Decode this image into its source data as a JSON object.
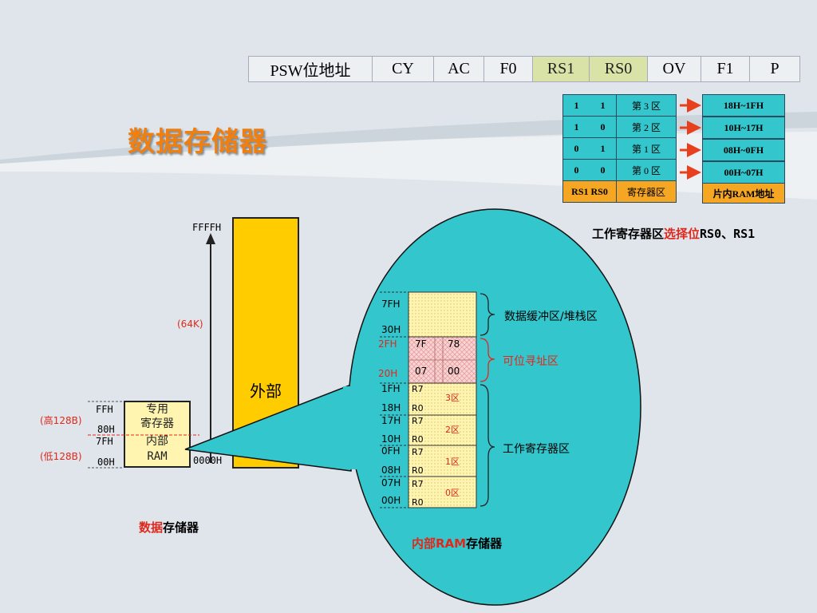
{
  "psw": {
    "header": "PSW位地址",
    "bits": [
      "CY",
      "AC",
      "F0",
      "RS1",
      "RS0",
      "OV",
      "F1",
      "P"
    ],
    "highlighted_bits": [
      "RS1",
      "RS0"
    ]
  },
  "page_title": "数据存储器",
  "bank_table": {
    "rows": [
      {
        "rs1": "1",
        "rs0": "1",
        "bank": "第 3 区",
        "range": "18H~1FH"
      },
      {
        "rs1": "1",
        "rs0": "0",
        "bank": "第 2 区",
        "range": "10H~17H"
      },
      {
        "rs1": "0",
        "rs0": "1",
        "bank": "第 1 区",
        "range": "08H~0FH"
      },
      {
        "rs1": "0",
        "rs0": "0",
        "bank": "第 0 区",
        "range": "00H~07H"
      }
    ],
    "footer": {
      "bits": "RS1  RS0",
      "bank": "寄存器区",
      "range": "片内RAM地址"
    },
    "caption_pre": "工作寄存器区",
    "caption_red": "选择位",
    "caption_post": "RS0、RS1"
  },
  "left_diagram": {
    "top_address": "FFFFH",
    "size_label": "(64K)",
    "external_label": "外部",
    "bottom_address": "0000H",
    "internal_upper_label_1": "专用",
    "internal_upper_label_2": "寄存器",
    "internal_lower_label_1": "内部",
    "internal_lower_label_2": "RAM",
    "addr_ffh": "FFH",
    "addr_80h": "80H",
    "addr_7fh": "7FH",
    "addr_00h": "00H",
    "high_label": "(高128B)",
    "low_label": "(低128B)",
    "caption_red": "数据",
    "caption_black": "存储器"
  },
  "ram_map": {
    "addr_7fh": "7FH",
    "addr_30h": "30H",
    "addr_2fh": "2FH",
    "addr_20h": "20H",
    "bit_tl": "7F",
    "bit_tr": "78",
    "bit_bl": "07",
    "bit_br": "00",
    "banks": [
      {
        "top": "1FH",
        "bottom": "18H",
        "name": "3区"
      },
      {
        "top": "17H",
        "bottom": "10H",
        "name": "2区"
      },
      {
        "top": "0FH",
        "bottom": "08H",
        "name": "1区"
      },
      {
        "top": "07H",
        "bottom": "00H",
        "name": "0区"
      }
    ],
    "reg_top": "R7",
    "reg_bottom": "R0",
    "buffer_label": "数据缓冲区/堆栈区",
    "bit_label": "可位寻址区",
    "work_label": "工作寄存器区",
    "caption_red": "内部RAM",
    "caption_black": "存储器"
  },
  "colors": {
    "background": "#dfe5ea",
    "title": "#f07f10",
    "ellipse": "#33c6cc",
    "external_block": "#ffcc00",
    "internal_block": "#fff4b0",
    "bit_area": "#f6c9c9",
    "accent_red": "#e0281c"
  }
}
